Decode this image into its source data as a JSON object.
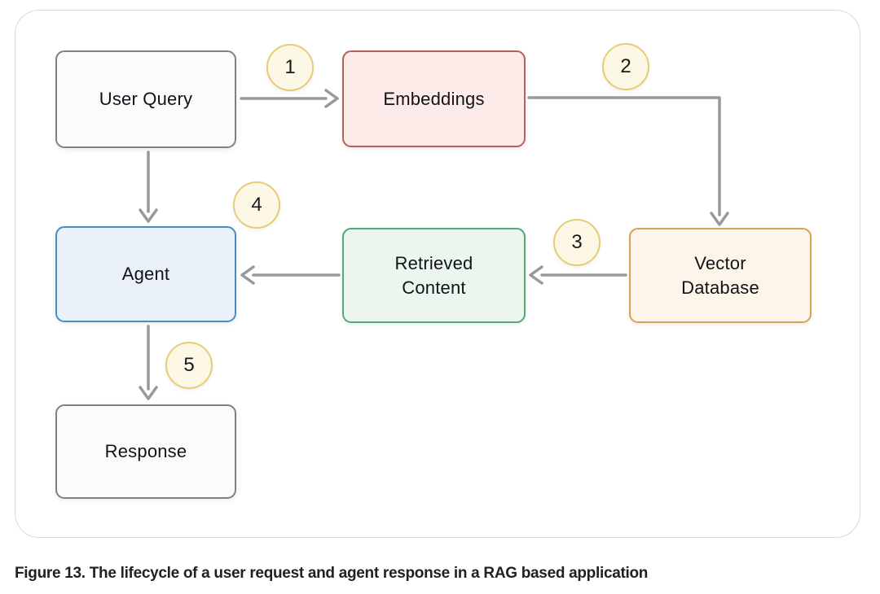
{
  "figure": {
    "caption": "Figure 13. The lifecycle of a user request and agent response in a RAG based application"
  },
  "nodes": [
    {
      "id": "user-query",
      "label": "User Query",
      "fill": "#fafbfc",
      "border": "#7e8286"
    },
    {
      "id": "embeddings",
      "label": "Embeddings",
      "fill": "#fcebe9",
      "border": "#b4625c"
    },
    {
      "id": "vector-database",
      "label": "Vector\nDatabase",
      "fill": "#fdf5ea",
      "border": "#d9a257"
    },
    {
      "id": "retrieved-content",
      "label": "Retrieved\nContent",
      "fill": "#eaf6ee",
      "border": "#55a878"
    },
    {
      "id": "agent",
      "label": "Agent",
      "fill": "#eaf1fa",
      "border": "#4a8bc2"
    },
    {
      "id": "response",
      "label": "Response",
      "fill": "#fafbfc",
      "border": "#7e8286"
    }
  ],
  "badges": [
    "1",
    "2",
    "3",
    "4",
    "5"
  ],
  "edges": [
    {
      "step": "1",
      "from": "user-query",
      "to": "embeddings"
    },
    {
      "step": "2",
      "from": "embeddings",
      "to": "vector-database"
    },
    {
      "step": "3",
      "from": "vector-database",
      "to": "retrieved-content"
    },
    {
      "step": "4",
      "from": "retrieved-content",
      "to": "agent"
    },
    {
      "step": "4",
      "from": "user-query",
      "to": "agent"
    },
    {
      "step": "5",
      "from": "agent",
      "to": "response"
    }
  ],
  "colors": {
    "arrow": "#97999c",
    "badge_fill": "#fdf8e6",
    "badge_border": "#e5cd75",
    "card_border": "#dadada",
    "background": "#ffffff",
    "text": "#111316"
  }
}
